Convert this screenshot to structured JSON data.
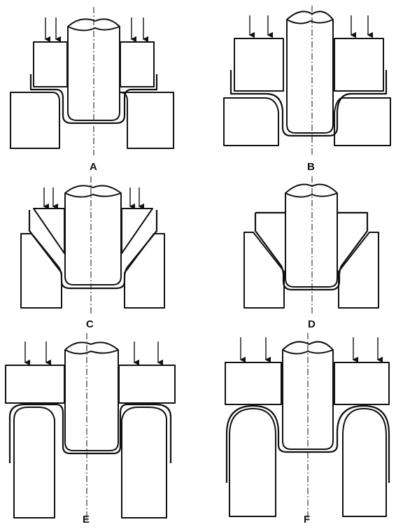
{
  "figure": {
    "panels": [
      {
        "id": "A",
        "label": "A",
        "die": "flat",
        "holder": "flat"
      },
      {
        "id": "B",
        "label": "B",
        "die": "flat-radius",
        "holder": "flat"
      },
      {
        "id": "C",
        "label": "C",
        "die": "conical",
        "holder": "conical"
      },
      {
        "id": "D",
        "label": "D",
        "die": "conical",
        "holder": "none"
      },
      {
        "id": "E",
        "label": "E",
        "die": "flat-reverse",
        "holder": "plate"
      },
      {
        "id": "F",
        "label": "F",
        "die": "round-reverse",
        "holder": "plate"
      }
    ],
    "colors": {
      "ink": "#111111",
      "paper": "#ffffff"
    }
  }
}
